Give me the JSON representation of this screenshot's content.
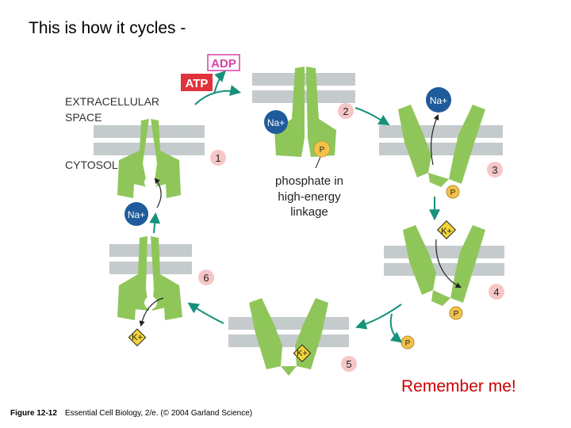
{
  "slide_title": "This is how it cycles -",
  "remember_text": "Remember me!",
  "caption": {
    "figure": "Figure 12-12",
    "source": "Essential Cell Biology, 2/e. (© 2004 Garland Science)"
  },
  "region_labels": {
    "extracellular_line1": "EXTRACELLULAR",
    "extracellular_line2": "SPACE",
    "cytosol": "CYTOSOL"
  },
  "phosphate_note": [
    "phosphate in",
    "high-energy",
    "linkage"
  ],
  "molecules": {
    "atp": "ATP",
    "adp": "ADP",
    "na": "Na+",
    "k": "K+",
    "p": "P"
  },
  "steps": [
    "1",
    "2",
    "3",
    "4",
    "5",
    "6"
  ],
  "colors": {
    "pump": "#8fc65a",
    "membrane": "#c5cacd",
    "arrow": "#16917b",
    "na_circle": "#1f5b9c",
    "k_diamond": "#f2d33a",
    "phosphate": "#f2c24a",
    "step_badge": "#f6c6c6",
    "atp_fill": "#e0323c",
    "adp_border": "#d840a6",
    "remember": "#cc0000"
  }
}
